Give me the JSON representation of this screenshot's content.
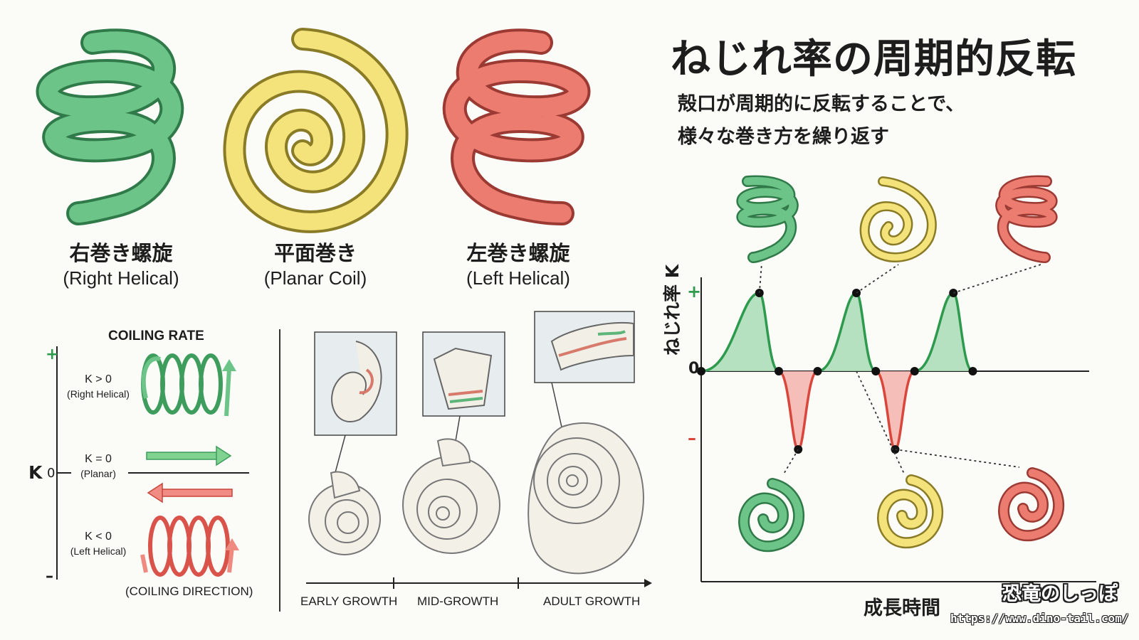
{
  "title": "ねじれ率の周期的反転",
  "subtitle_lines": [
    "殻口が周期的に反転することで、",
    "様々な巻き方を繰り返す"
  ],
  "coil_types": [
    {
      "jp": "右巻き螺旋",
      "en": "(Right Helical)",
      "color": "#5db57a"
    },
    {
      "jp": "平面巻き",
      "en": "(Planar Coil)",
      "color": "#f2df70"
    },
    {
      "jp": "左巻き螺旋",
      "en": "(Left Helical)",
      "color": "#e36a60"
    }
  ],
  "coiling_rate": {
    "title": "COILING RATE",
    "axis_label": "K",
    "plus": "+",
    "zero": "0",
    "minus": "–",
    "rows": [
      {
        "k": "K > 0",
        "desc": "(Right Helical)"
      },
      {
        "k": "K = 0",
        "desc": "(Planar)"
      },
      {
        "k": "K < 0",
        "desc": "(Left Helical)"
      }
    ],
    "footer": "(COILING DIRECTION)"
  },
  "growth_stages": [
    "EARLY GROWTH",
    "MID-GROWTH",
    "ADULT GROWTH"
  ],
  "chart_data": {
    "type": "line",
    "ylabel": "ねじれ率 K",
    "xlabel": "成長時間",
    "y_tick_labels": [
      "+",
      "0",
      "–"
    ],
    "ylim": [
      -1,
      1
    ],
    "xlim": [
      0,
      10
    ],
    "peaks_x": [
      1.5,
      4.0,
      6.5
    ],
    "troughs_x": [
      2.5,
      5.0
    ],
    "series": [
      {
        "x": [
          0,
          1.5,
          2.0,
          2.5,
          3.0,
          4.0,
          4.5,
          5.0,
          5.5,
          6.5,
          7.0
        ],
        "y": [
          0,
          1,
          0,
          -1,
          0,
          1,
          0,
          -1,
          0,
          1,
          0
        ]
      }
    ],
    "positive_color": "#2e9a4e",
    "negative_color": "#d9463c",
    "grid": false
  },
  "brand": "恐竜のしっぽ",
  "url": "https://www.dino-tail.com/"
}
